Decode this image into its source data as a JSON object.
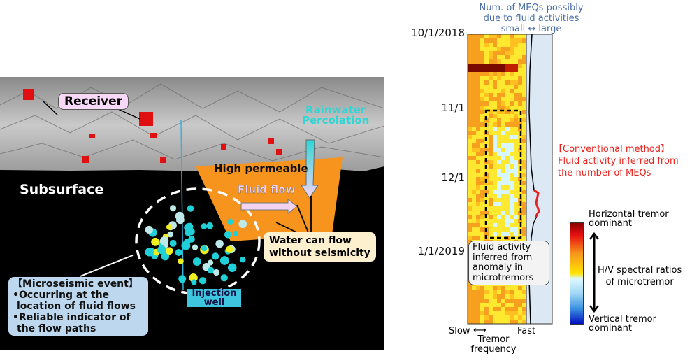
{
  "left": {
    "receiver": "Receiver",
    "subsurface": "Subsurface",
    "rainwater": [
      "Rainwater",
      "Percolation"
    ],
    "high_permeable": "High permeable",
    "fluid_flow": "Fluid flow",
    "water_flow": [
      "Water can flow",
      "without seismicity"
    ],
    "injection_well": [
      "Injection",
      "well"
    ],
    "microseismic": [
      "【Microseismic event】",
      "•Occurring at the",
      "location of fluid flows",
      "•Reliable indicator of",
      "the flow paths"
    ]
  },
  "right": {
    "meq_title": [
      "Num. of MEQs possibly",
      "due to fluid activities",
      "small ↔ large"
    ],
    "dates": [
      "10/1/2018",
      "11/1",
      "12/1",
      "1/1/2019"
    ],
    "conventional": [
      "【Conventional method】",
      "Fluid activity inferred from",
      "the number of MEQs"
    ],
    "anomaly": [
      "Fluid activity",
      "inferred from",
      "anomaly in",
      "microtremors"
    ],
    "x_slow": "Slow",
    "x_fast": "Fast",
    "x_label": [
      "Tremor",
      "frequency"
    ],
    "cb_top": [
      "Horizontal tremor",
      "dominant"
    ],
    "cb_mid": [
      "H/V spectral ratios",
      "of microtremor"
    ],
    "cb_bottom": [
      "Vertical tremor",
      "dominant"
    ],
    "colors": {
      "conventional": "#e8231e",
      "meq_text": "#4a6ea8",
      "meq_bg": "#dde8f5"
    }
  }
}
